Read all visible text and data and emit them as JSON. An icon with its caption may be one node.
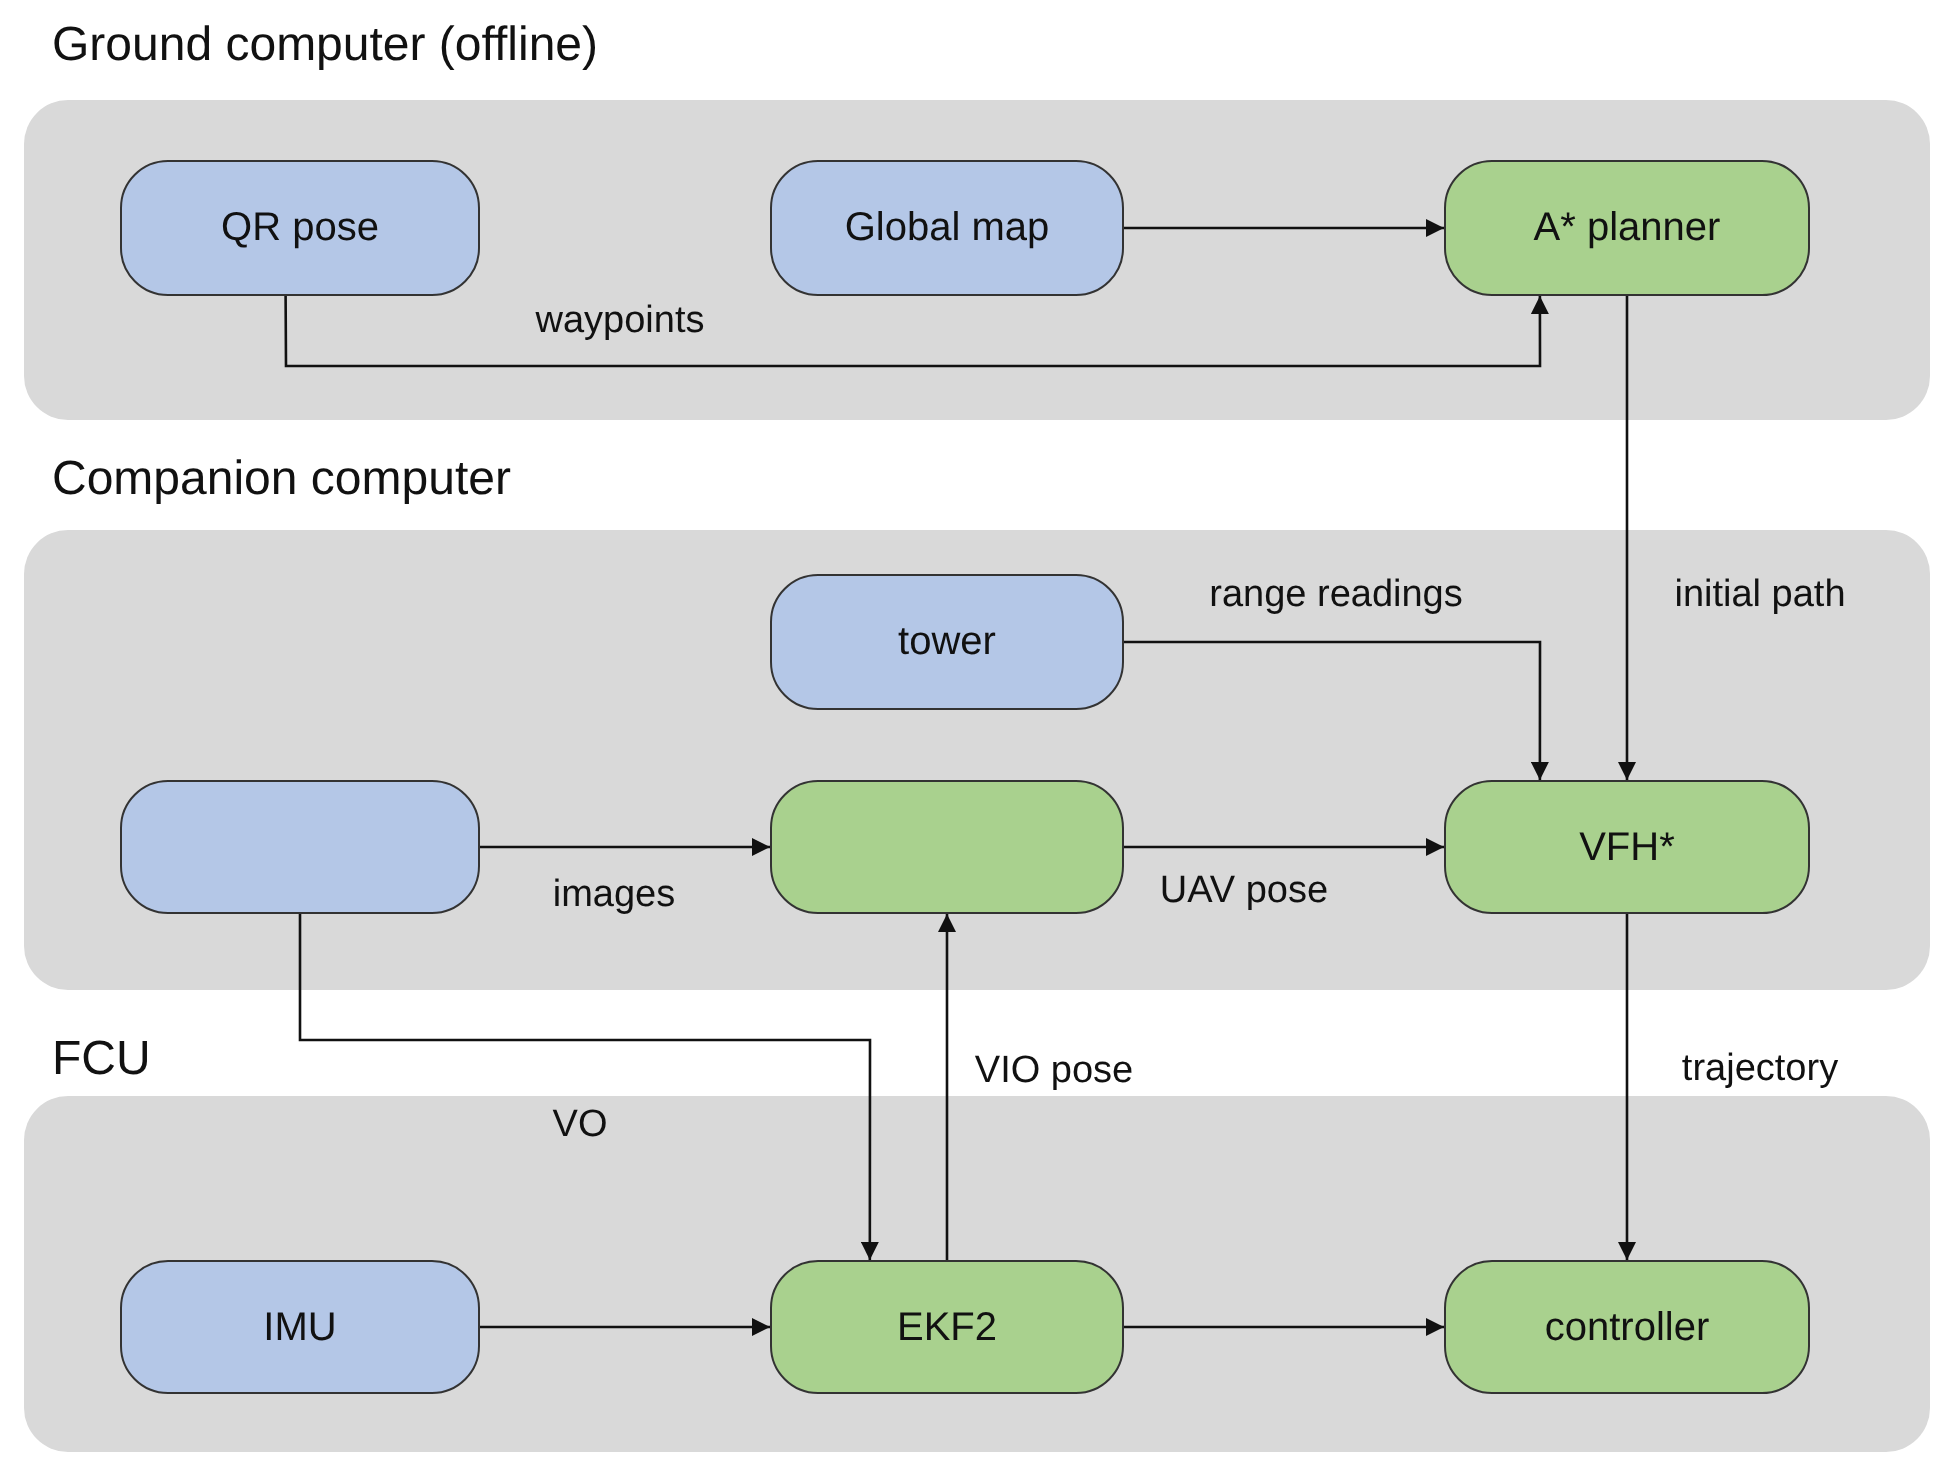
{
  "diagram": {
    "nodes": [
      {
        "text": [
          "Ground computer (offline)"
        ]
      },
      {
        "text": [
          "QR pose"
        ],
        "in": 0
      },
      {
        "text": [
          "Global map"
        ],
        "in": 0
      },
      {
        "text": [
          "A* planner"
        ],
        "in": 0
      },
      {
        "text": [
          "Companion computer"
        ]
      },
      {
        "text": [
          "tower"
        ],
        "in": 4
      },
      {
        "text": [],
        "shape": "box",
        "in": 4
      },
      {
        "text": [],
        "shape": "box",
        "in": 4
      },
      {
        "text": [
          "VFH*"
        ],
        "in": 4
      },
      {
        "text": [
          "FCU"
        ]
      },
      {
        "text": [
          "IMU"
        ],
        "in": 9
      },
      {
        "text": [
          "EKF2"
        ],
        "in": 9
      },
      {
        "text": [
          "controller"
        ],
        "in": 9
      }
    ],
    "edges": [
      {
        "from": 2,
        "to": 3,
        "arrow": "to"
      },
      {
        "from": 1,
        "to": 3,
        "arrow": "to",
        "label": "waypoints"
      },
      {
        "from": 3,
        "to": 8,
        "arrow": "to",
        "label": "initial path"
      },
      {
        "from": 5,
        "to": 8,
        "arrow": "to",
        "label": "range readings"
      },
      {
        "from": 6,
        "to": 7,
        "arrow": "to",
        "label": "images"
      },
      {
        "from": 7,
        "to": 8,
        "arrow": "to",
        "label": "UAV pose"
      },
      {
        "from": 6,
        "to": 11,
        "arrow": "to",
        "label": "VO"
      },
      {
        "from": 11,
        "to": 7,
        "arrow": "to",
        "label": "VIO pose"
      },
      {
        "from": 8,
        "to": 12,
        "arrow": "to",
        "label": "trajectory"
      },
      {
        "from": 10,
        "to": 11,
        "arrow": "to"
      },
      {
        "from": 11,
        "to": 12,
        "arrow": "to"
      }
    ]
  }
}
